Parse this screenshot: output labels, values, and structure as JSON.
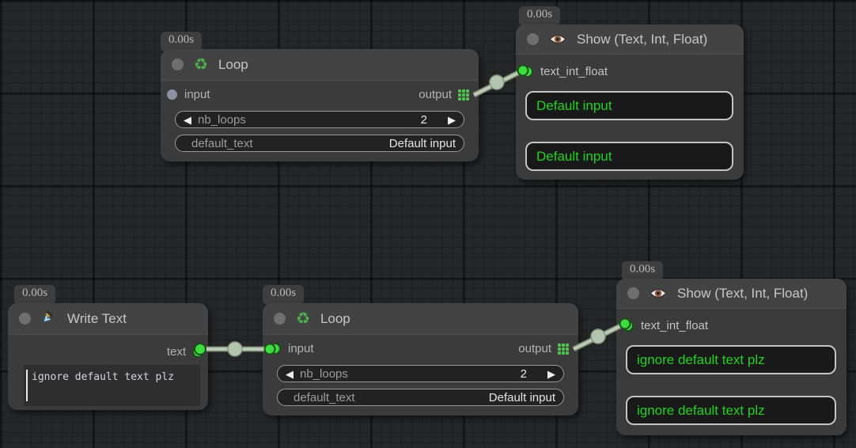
{
  "palette": {
    "node_bg": "#3b3b3b",
    "header_bg": "#434343",
    "wire": "#b9cab3",
    "socket_connected": "#3bdc3b",
    "socket_unconnected": "#8f8fa1",
    "value_text": "#1fd41f",
    "grid_icon": "#4fc24f"
  },
  "nodes": {
    "loop_top": {
      "timer": "0.00s",
      "title": "Loop",
      "icon": "recycle-icon",
      "input_label": "input",
      "output_label": "output",
      "stepper": {
        "name": "nb_loops",
        "value": "2",
        "left_arrow": "◀",
        "right_arrow": "▶"
      },
      "text_field": {
        "name": "default_text",
        "value": "Default input"
      }
    },
    "show_top": {
      "timer": "0.00s",
      "title": "Show (Text, Int, Float)",
      "icon": "eye-icon",
      "socket_label": "text_int_float",
      "values": [
        "Default input",
        "Default input"
      ]
    },
    "write_text": {
      "timer": "0.00s",
      "title": "Write Text",
      "icon": "pen-icon",
      "output_label": "text",
      "textarea_value": "ignore default text plz"
    },
    "loop_bottom": {
      "timer": "0.00s",
      "title": "Loop",
      "icon": "recycle-icon",
      "input_label": "input",
      "output_label": "output",
      "stepper": {
        "name": "nb_loops",
        "value": "2",
        "left_arrow": "◀",
        "right_arrow": "▶"
      },
      "text_field": {
        "name": "default_text",
        "value": "Default input"
      }
    },
    "show_bottom": {
      "timer": "0.00s",
      "title": "Show (Text, Int, Float)",
      "icon": "eye-icon",
      "socket_label": "text_int_float",
      "values": [
        "ignore default text plz",
        "ignore default text plz"
      ]
    }
  },
  "icons": {
    "recycle": "♻"
  }
}
